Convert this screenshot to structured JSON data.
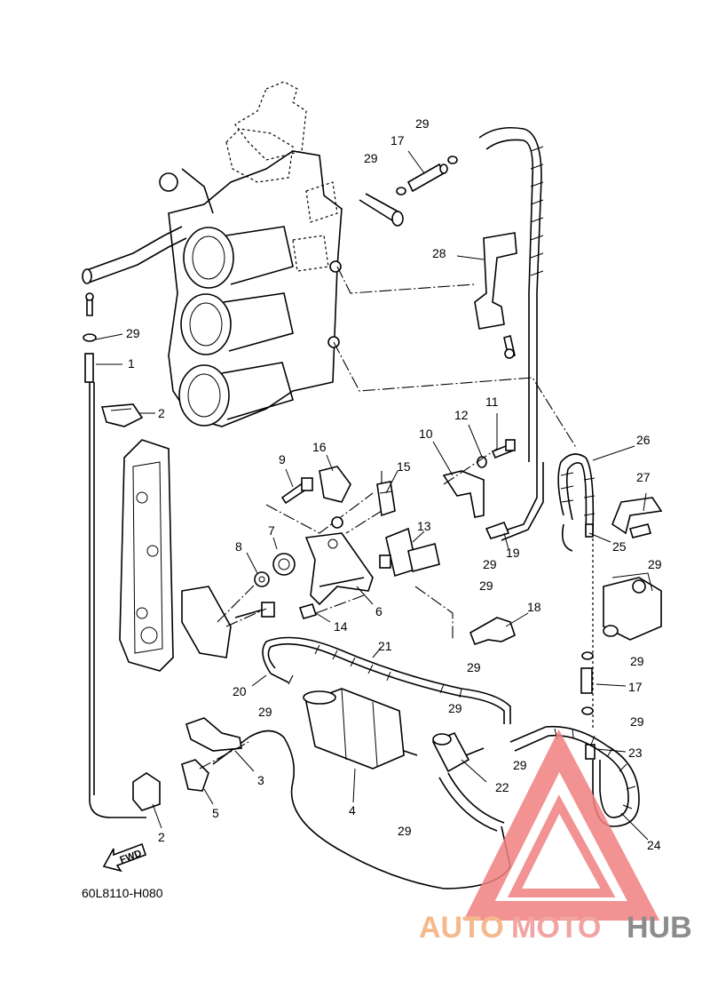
{
  "diagram": {
    "drawing_code": "60L8110-H080",
    "direction_label": "FWD",
    "callouts": [
      "1",
      "2",
      "2",
      "3",
      "4",
      "5",
      "6",
      "7",
      "8",
      "9",
      "10",
      "11",
      "12",
      "13",
      "14",
      "15",
      "16",
      "17",
      "17",
      "18",
      "19",
      "20",
      "21",
      "22",
      "23",
      "24",
      "25",
      "26",
      "27",
      "28",
      "29",
      "29",
      "29",
      "29",
      "29",
      "29",
      "29",
      "29",
      "29",
      "29",
      "29",
      "29"
    ]
  },
  "watermark": {
    "part1": "AUTO",
    "part2": "MOTO",
    "part3": "HUB",
    "colors": {
      "part1": "#f4b98c",
      "part2": "#f1a4a2",
      "part3": "#8c8c8c",
      "triangle": "#f08080"
    }
  }
}
